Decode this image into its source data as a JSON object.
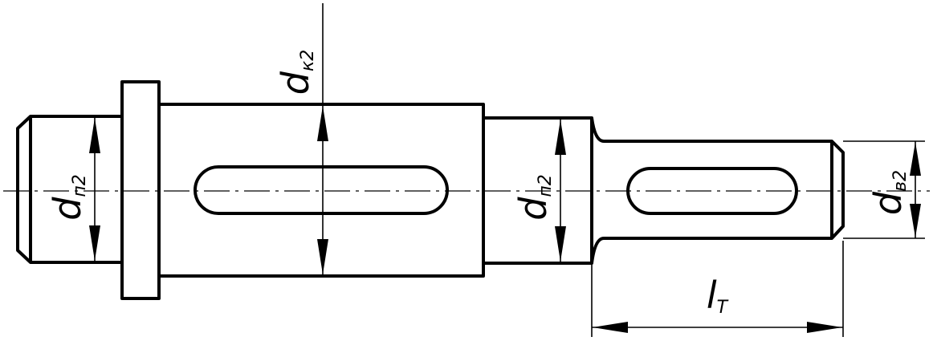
{
  "labels": {
    "d_k2": {
      "main": "d",
      "sub": "к2"
    },
    "d_p2_left": {
      "main": "d",
      "sub": "п2"
    },
    "d_p2_right": {
      "main": "d",
      "sub": "п2"
    },
    "d_v2": {
      "main": "d",
      "sub": "в2"
    },
    "l_t": {
      "main": "l",
      "sub": "Т"
    }
  }
}
